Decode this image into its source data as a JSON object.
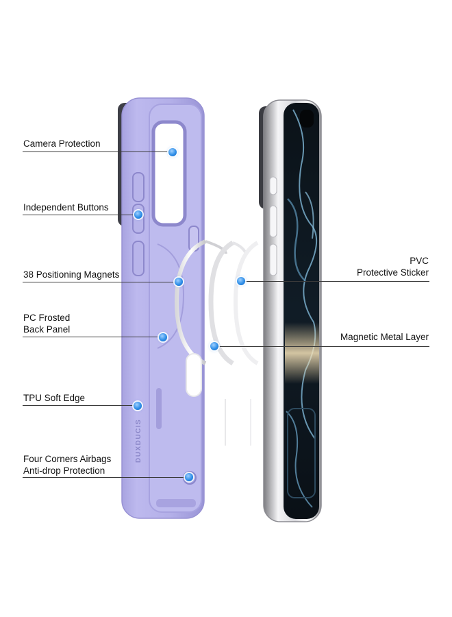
{
  "colors": {
    "case_body": "#b7b3e8",
    "case_edge": "#a29ddc",
    "case_inner": "#c9c6ef",
    "line": "#3a3a3a",
    "dot": "#2f8fe8",
    "frame_metal": "#e6e6e8",
    "screen_dark": "#0c141c"
  },
  "icons": {
    "callout_dot": "blue-dot-icon",
    "case_brand": "brand-text-logo"
  },
  "brand": {
    "case_text": "DUXDUCIS"
  },
  "callouts": {
    "camera_protection": {
      "lines": [
        "Camera Protection"
      ]
    },
    "independent_buttons": {
      "lines": [
        "Independent Buttons"
      ]
    },
    "positioning_magnets": {
      "lines": [
        "38 Positioning Magnets"
      ]
    },
    "pc_frosted": {
      "lines": [
        "PC Frosted",
        "Back Panel"
      ]
    },
    "tpu_soft_edge": {
      "lines": [
        "TPU Soft Edge"
      ]
    },
    "four_corners": {
      "lines": [
        "Four Corners Airbags",
        "Anti-drop Protection"
      ]
    },
    "pvc_sticker": {
      "lines": [
        "PVC",
        "Protective Sticker"
      ]
    },
    "magnetic_metal": {
      "lines": [
        "Magnetic Metal Layer"
      ]
    }
  }
}
